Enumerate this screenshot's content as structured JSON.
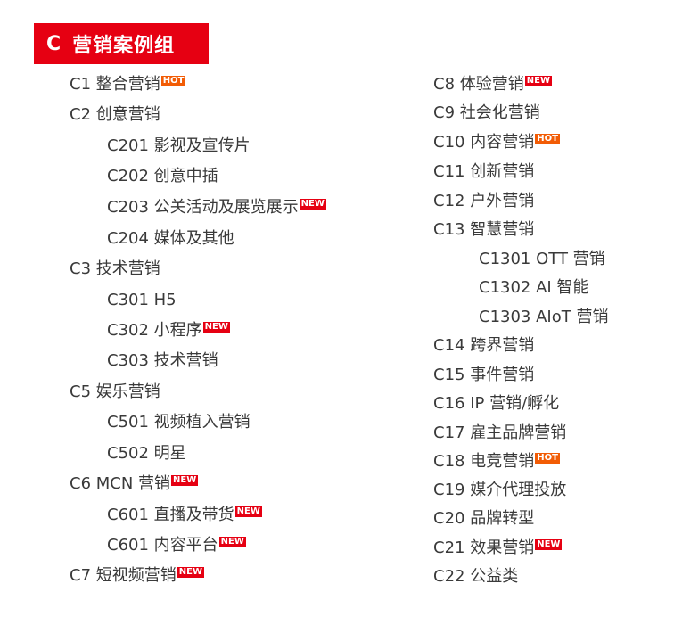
{
  "header": {
    "code": "C",
    "title": "营销案例组"
  },
  "badges": {
    "new": "NEW",
    "hot": "HOT"
  },
  "left": [
    {
      "text": "C1 整合营销",
      "badge": "hot"
    },
    {
      "text": "C2 创意营销"
    },
    {
      "text": "C201 影视及宣传片"
    },
    {
      "text": "C202 创意中插"
    },
    {
      "text": "C203 公关活动及展览展示",
      "badge": "new"
    },
    {
      "text": "C204 媒体及其他"
    },
    {
      "text": "C3 技术营销"
    },
    {
      "text": "C301 H5"
    },
    {
      "text": "C302 小程序",
      "badge": "new"
    },
    {
      "text": "C303 技术营销"
    },
    {
      "text": "C5 娱乐营销"
    },
    {
      "text": "C501 视频植入营销"
    },
    {
      "text": "C502 明星"
    },
    {
      "text": "C6 MCN 营销",
      "badge": "new"
    },
    {
      "text": "C601 直播及带货",
      "badge": "new"
    },
    {
      "text": "C601 内容平台",
      "badge": "new"
    },
    {
      "text": "C7 短视频营销",
      "badge": "new"
    }
  ],
  "right": [
    {
      "text": "C8 体验营销",
      "badge": "new"
    },
    {
      "text": "C9 社会化营销"
    },
    {
      "text": "C10 内容营销",
      "badge": "hot"
    },
    {
      "text": "C11 创新营销"
    },
    {
      "text": "C12 户外营销"
    },
    {
      "text": "C13 智慧营销"
    },
    {
      "text": "C1301 OTT 营销"
    },
    {
      "text": "C1302 AI 智能"
    },
    {
      "text": "C1303 AIoT 营销"
    },
    {
      "text": "C14 跨界营销"
    },
    {
      "text": "C15 事件营销"
    },
    {
      "text": "C16 IP 营销/孵化"
    },
    {
      "text": "C17 雇主品牌营销"
    },
    {
      "text": "C18 电竞营销",
      "badge": "hot"
    },
    {
      "text": "C19 媒介代理投放"
    },
    {
      "text": "C20 品牌转型"
    },
    {
      "text": "C21 效果营销",
      "badge": "new"
    },
    {
      "text": "C22 公益类"
    }
  ]
}
